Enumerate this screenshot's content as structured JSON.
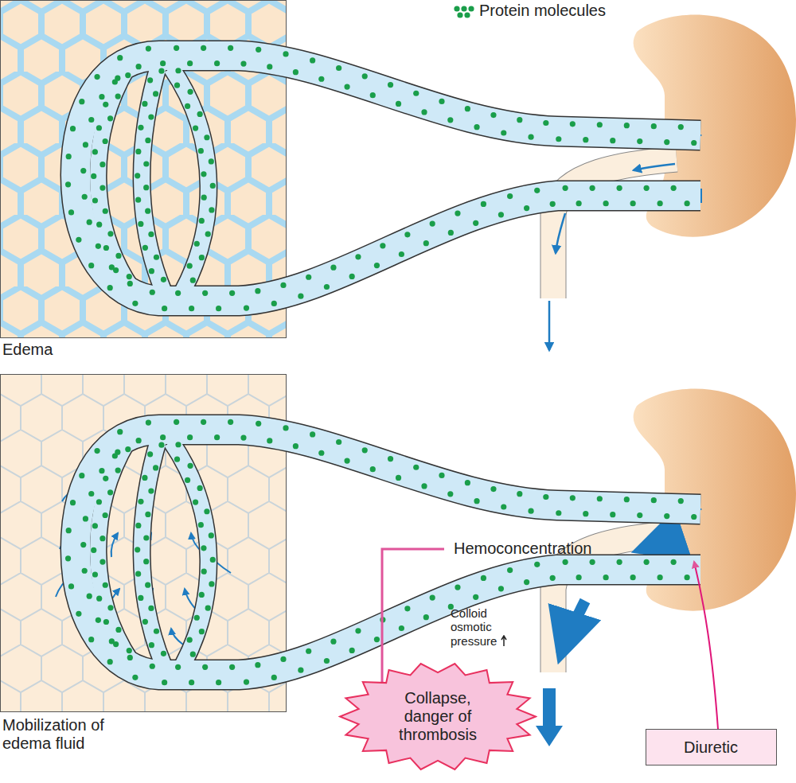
{
  "diagram": {
    "nodes": [
      {
        "text": [
          "Collapse, danger of thrombosis"
        ]
      },
      {
        "text": [
          "Diuretic"
        ]
      }
    ],
    "labels": [
      "Edema",
      "Mobilization of edema fluid",
      "Hemoconcentration",
      "Colloid osmotic pressure"
    ],
    "legend": [
      {
        "text": "Protein molecules",
        "color": "#1a9e4a"
      }
    ]
  }
}
